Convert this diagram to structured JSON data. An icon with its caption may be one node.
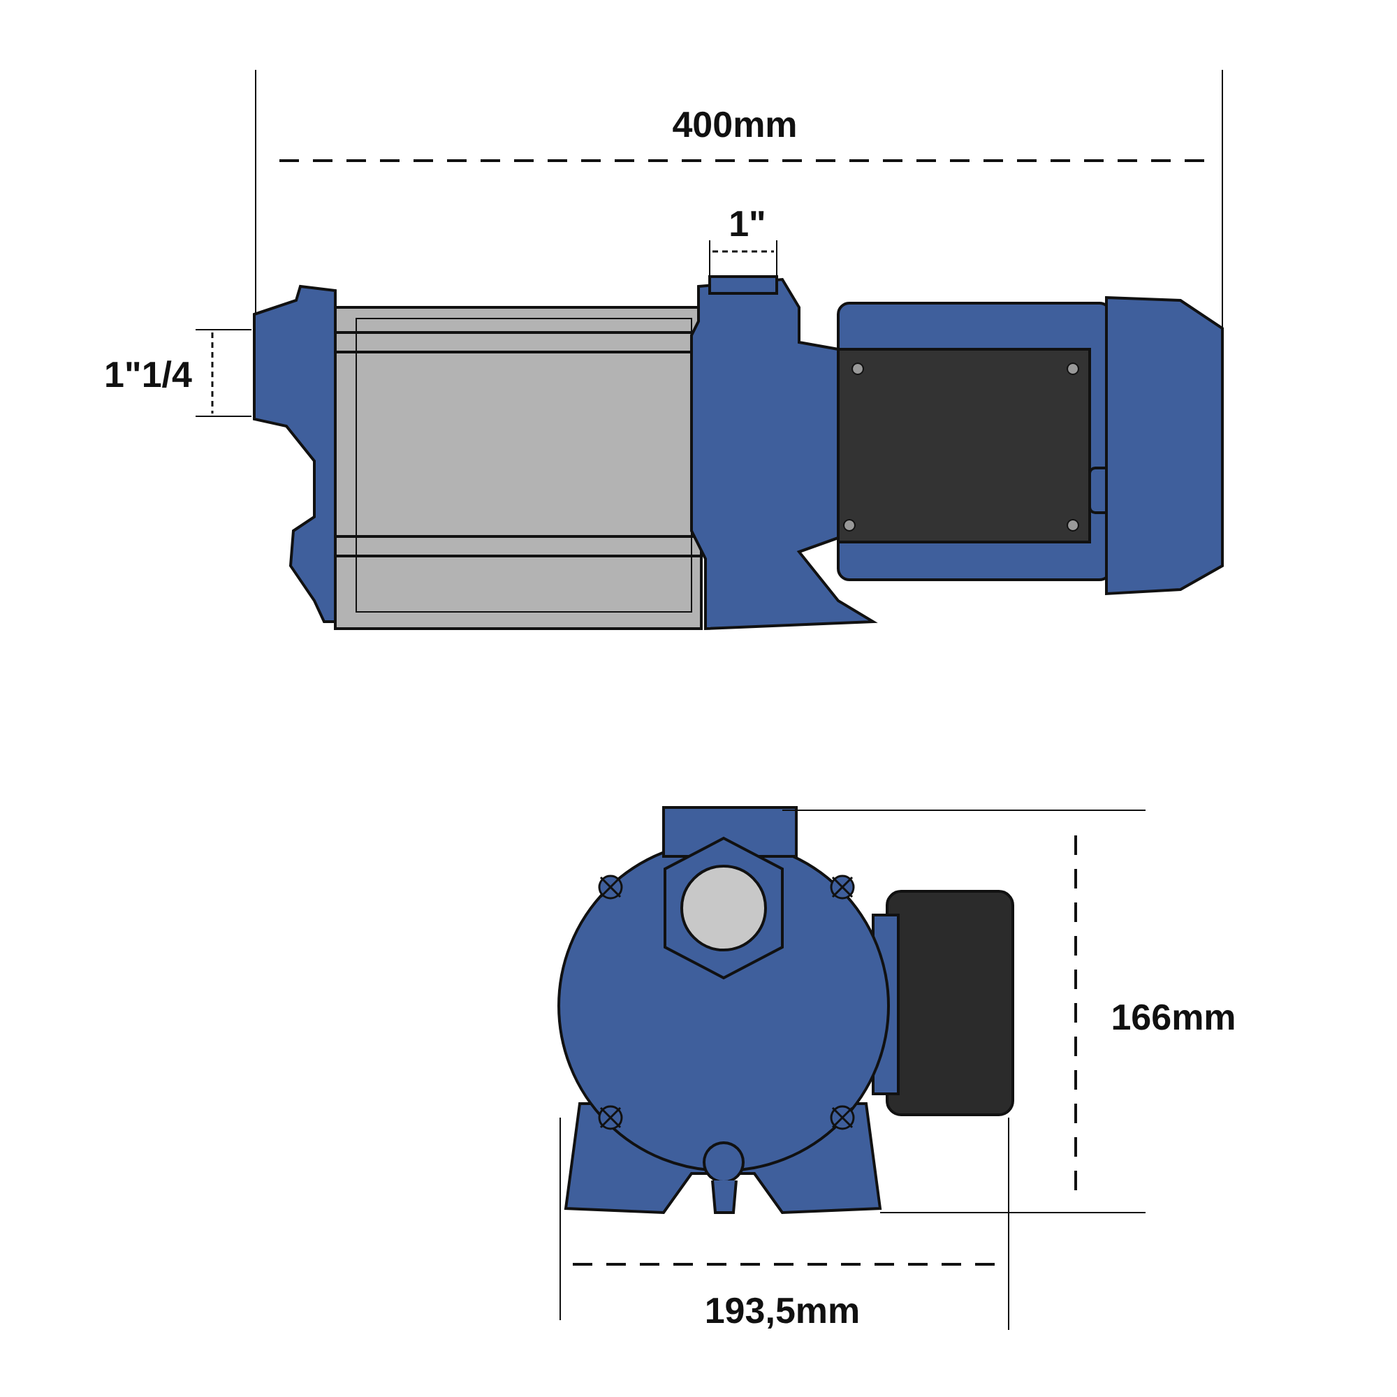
{
  "diagram": {
    "labels": [
      "400mm",
      "1\"",
      "1\"1/4",
      "166mm",
      "193,5mm"
    ]
  }
}
